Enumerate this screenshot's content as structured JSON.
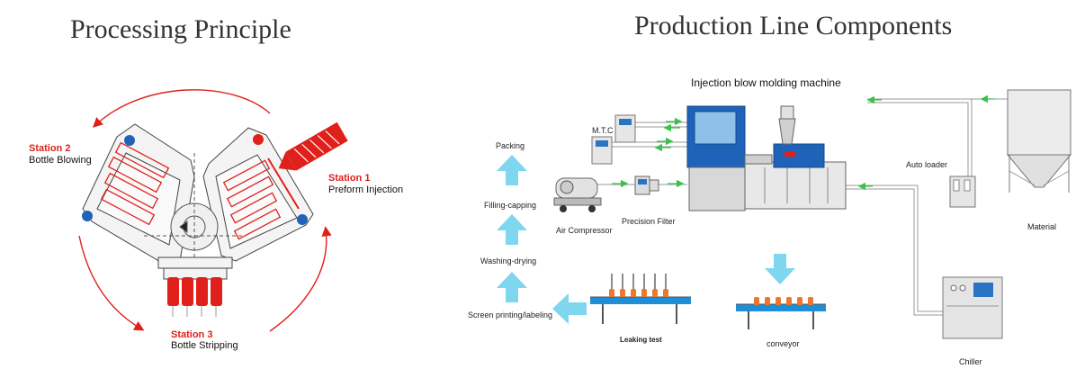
{
  "titles": {
    "left": "Processing  Principle",
    "right": "Production Line Components"
  },
  "stations": [
    {
      "number": "Station 1",
      "name": "Preform Injection"
    },
    {
      "number": "Station 2",
      "name": "Bottle Blowing"
    },
    {
      "number": "Station 3",
      "name": "Bottle Stripping"
    }
  ],
  "machine_title": "Injection blow molding machine",
  "components": {
    "mtc": "M.T.C",
    "air_compressor": "Air Compressor",
    "precision_filter": "Precision Filter",
    "auto_loader": "Auto loader",
    "material": "Material",
    "chiller": "Chiller",
    "conveyor": "conveyor",
    "leaking_test": "Leaking test"
  },
  "process_steps": [
    "Packing",
    "Filling-capping",
    "Washing-drying",
    "Screen printing/labeling"
  ],
  "colors": {
    "red": "#e0201a",
    "cyan_arrow": "#7fd6ef",
    "green_arrow": "#37c34b",
    "machine_blue": "#1f63b8",
    "conveyor_blue": "#1e8fd6",
    "bottle_orange": "#f0762a"
  }
}
